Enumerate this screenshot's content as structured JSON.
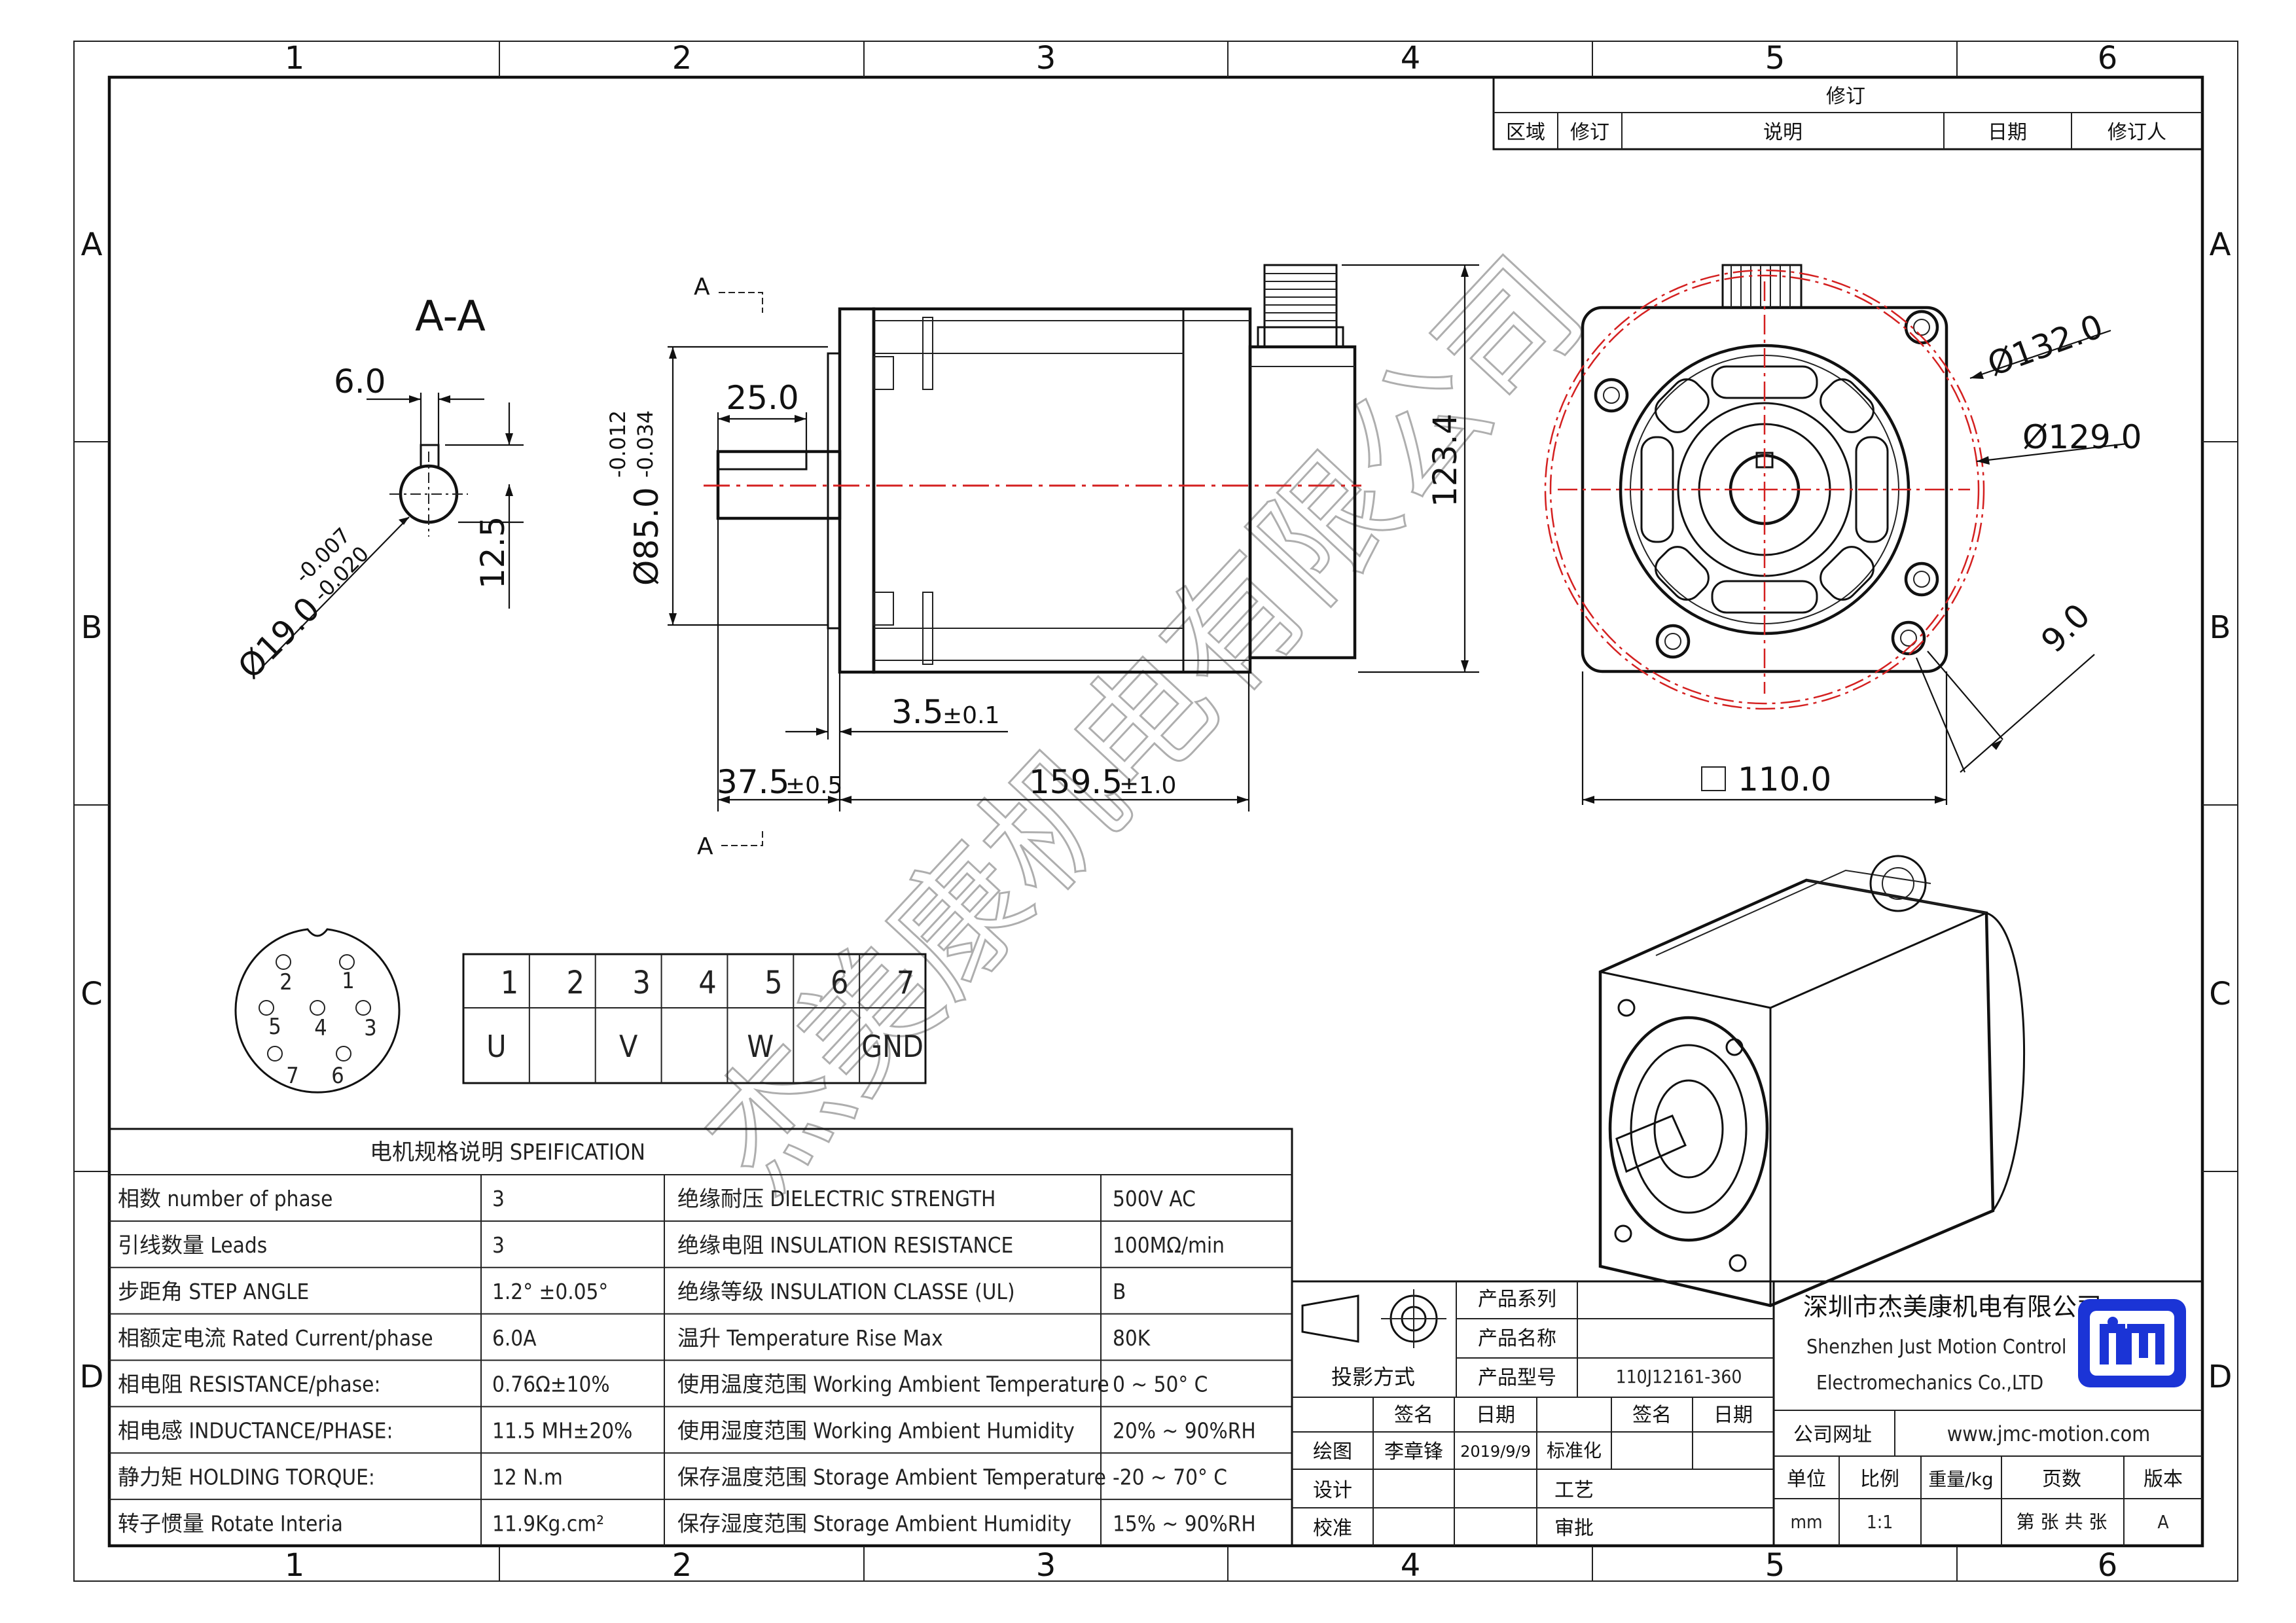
{
  "grid": {
    "columns": [
      "1",
      "2",
      "3",
      "4",
      "5",
      "6"
    ],
    "rows": [
      "A",
      "B",
      "C",
      "D"
    ]
  },
  "revision_table": {
    "title": "修订",
    "headers": [
      "区域",
      "修订",
      "说明",
      "日期",
      "修订人"
    ]
  },
  "section_view": {
    "title": "A-A",
    "key_width": "6.0",
    "key_depth": "12.5",
    "shaft_diameter": "Ø19.0",
    "shaft_tol_upper": "-0.007",
    "shaft_tol_lower": "-0.020"
  },
  "side_view": {
    "section_mark_top": "A",
    "section_mark_bottom": "A",
    "key_length": "25.0",
    "pilot_diameter": "Ø85.0",
    "pilot_tol_upper": "-0.012",
    "pilot_tol_lower": "-0.034",
    "height": "123.4",
    "flange_thickness": "3.5",
    "flange_thickness_tol": "±0.1",
    "shaft_length": "37.5",
    "shaft_length_tol": "±0.5",
    "body_length": "159.5",
    "body_length_tol": "±1.0"
  },
  "front_view": {
    "bolt_circle_outer": "Ø132.0",
    "bolt_circle_inner": "Ø129.0",
    "hole_size": "9.0",
    "square_size": "110.0"
  },
  "connector": {
    "pins": [
      "1",
      "2",
      "3",
      "4",
      "5",
      "6",
      "7"
    ],
    "table_numbers": [
      "1",
      "2",
      "3",
      "4",
      "5",
      "6",
      "7"
    ],
    "table_signals": [
      "U",
      "",
      "V",
      "",
      "W",
      "",
      "GND"
    ]
  },
  "spec_table": {
    "title": "电机规格说明 SPEIFICATION",
    "rows": [
      {
        "label": "相数 number of phase",
        "value": "3",
        "label2": "绝缘耐压 DIELECTRIC STRENGTH",
        "value2": "500V AC"
      },
      {
        "label": "引线数量 Leads",
        "value": "3",
        "label2": "绝缘电阻 INSULATION RESISTANCE",
        "value2": "100MΩ/min"
      },
      {
        "label": "步距角 STEP ANGLE",
        "value": "1.2° ±0.05°",
        "label2": "绝缘等级 INSULATION CLASSE (UL)",
        "value2": "B"
      },
      {
        "label": "相额定电流 Rated Current/phase",
        "value": "6.0A",
        "label2": "温升 Temperature Rise Max",
        "value2": "80K"
      },
      {
        "label": "相电阻 RESISTANCE/phase:",
        "value": "0.76Ω±10%",
        "label2": "使用温度范围 Working Ambient Temperature",
        "value2": "0 ~ 50° C"
      },
      {
        "label": "相电感 INDUCTANCE/PHASE:",
        "value": "11.5 MH±20%",
        "label2": "使用湿度范围 Working Ambient Humidity",
        "value2": "20% ~ 90%RH"
      },
      {
        "label": "静力矩 HOLDING TORQUE:",
        "value": "12 N.m",
        "label2": "保存温度范围 Storage Ambient Temperature",
        "value2": "-20 ~ 70° C"
      },
      {
        "label": "转子惯量 Rotate Interia",
        "value": "11.9Kg.cm²",
        "label2": "保存湿度范围 Storage Ambient Humidity",
        "value2": "15% ~ 90%RH"
      }
    ]
  },
  "title_block": {
    "projection_label": "投影方式",
    "series_label": "产品系列",
    "name_label": "产品名称",
    "model_label": "产品型号",
    "model_value": "110J12161-360",
    "sign_label": "签名",
    "date_label": "日期",
    "drawer_label": "绘图",
    "drawer_name": "李章锋",
    "drawer_date": "2019/9/9",
    "standard_label": "标准化",
    "design_label": "设计",
    "process_label": "工艺",
    "check_label": "校准",
    "approve_label": "审批",
    "company_cn": "深圳市杰美康机电有限公司",
    "company_en_1": "Shenzhen Just Motion Control",
    "company_en_2": "Electromechanics Co.,LTD",
    "address_label": "公司网址",
    "website": "www.jmc-motion.com",
    "unit_label": "单位",
    "scale_label": "比例",
    "weight_label": "重量/kg",
    "pages_label": "页数",
    "version_label": "版本",
    "unit_value": "mm",
    "scale_value": "1:1",
    "pages_value": "第 张 共 张",
    "version_value": "A"
  },
  "watermark": "杰美康机电有限公司",
  "colors": {
    "line": "#111111",
    "centerline_red": "#d42020",
    "logo_blue": "#1b34d6",
    "watermark": "#9a9a9a"
  }
}
